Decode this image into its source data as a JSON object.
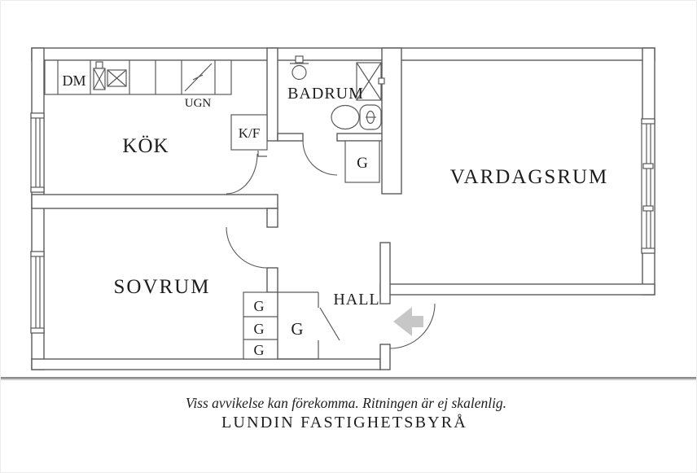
{
  "colors": {
    "wall": "#5a5a5a",
    "text": "#1d1d1d",
    "arrow": "#c7c7c7",
    "divider": "#8d8d8d"
  },
  "rooms": {
    "kok": "KÖK",
    "badrum": "BADRUM",
    "vardagsrum": "VARDAGSRUM",
    "sovrum": "SOVRUM",
    "hall": "HALL"
  },
  "fixtures": {
    "dm": "DM",
    "ugn": "UGN",
    "kf": "K/F"
  },
  "closets": {
    "badrum_g": "G",
    "hall_g": "G",
    "sovrum_g1": "G",
    "sovrum_g2": "G",
    "sovrum_g3": "G"
  },
  "icons": {
    "stove": "stove-hob-icon",
    "kitchen_faucet": "kitchen-faucet-icon",
    "kitchen_sink": "kitchen-sink-icon",
    "bathroom_sink": "bathroom-sink-icon",
    "shower": "shower-icon",
    "toilet": "toilet-icon",
    "entrance_arrow": "entrance-arrow-icon"
  },
  "footer": {
    "disclaimer": "Viss avvikelse kan förekomma. Ritningen är ej skalenlig.",
    "brand": "LUNDIN FASTIGHETSBYRÅ"
  }
}
